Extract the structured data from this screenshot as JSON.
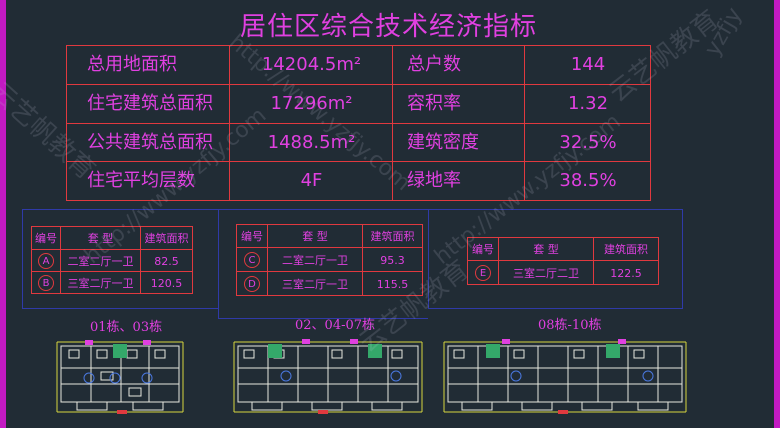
{
  "title": "居住区综合技术经济指标",
  "main_table": [
    [
      "总用地面积",
      "14204.5m²",
      "总户数",
      "144"
    ],
    [
      "住宅建筑总面积",
      "17296m²",
      "容积率",
      "1.32"
    ],
    [
      "公共建筑总面积",
      "1488.5m²",
      "建筑密度",
      "32.5%"
    ],
    [
      "住宅平均层数",
      "4F",
      "绿地率",
      "38.5%"
    ]
  ],
  "unit_tables": [
    {
      "headers": [
        "编号",
        "套 型",
        "建筑面积"
      ],
      "rows": [
        {
          "code": "A",
          "type": "二室二厅一卫",
          "area": "82.5"
        },
        {
          "code": "B",
          "type": "三室二厅一卫",
          "area": "120.5"
        }
      ],
      "caption": "01栋、03栋"
    },
    {
      "headers": [
        "编号",
        "套 型",
        "建筑面积"
      ],
      "rows": [
        {
          "code": "C",
          "type": "二室二厅一卫",
          "area": "95.3"
        },
        {
          "code": "D",
          "type": "三室二厅一卫",
          "area": "115.5"
        }
      ],
      "caption": "02、04-07栋"
    },
    {
      "headers": [
        "编号",
        "套 型",
        "建筑面积"
      ],
      "rows": [
        {
          "code": "E",
          "type": "三室二厅二卫",
          "area": "122.5"
        }
      ],
      "caption": "08栋-10栋"
    }
  ],
  "watermarks": [
    "云艺帆教育",
    "http://www.yzfjy.com",
    "yzfjy"
  ],
  "colors": {
    "background": "#212c35",
    "text": "#e040e0",
    "table_border": "#e0393f",
    "frame_line": "#2f3aa8",
    "side_bar": "#c21ac2"
  }
}
